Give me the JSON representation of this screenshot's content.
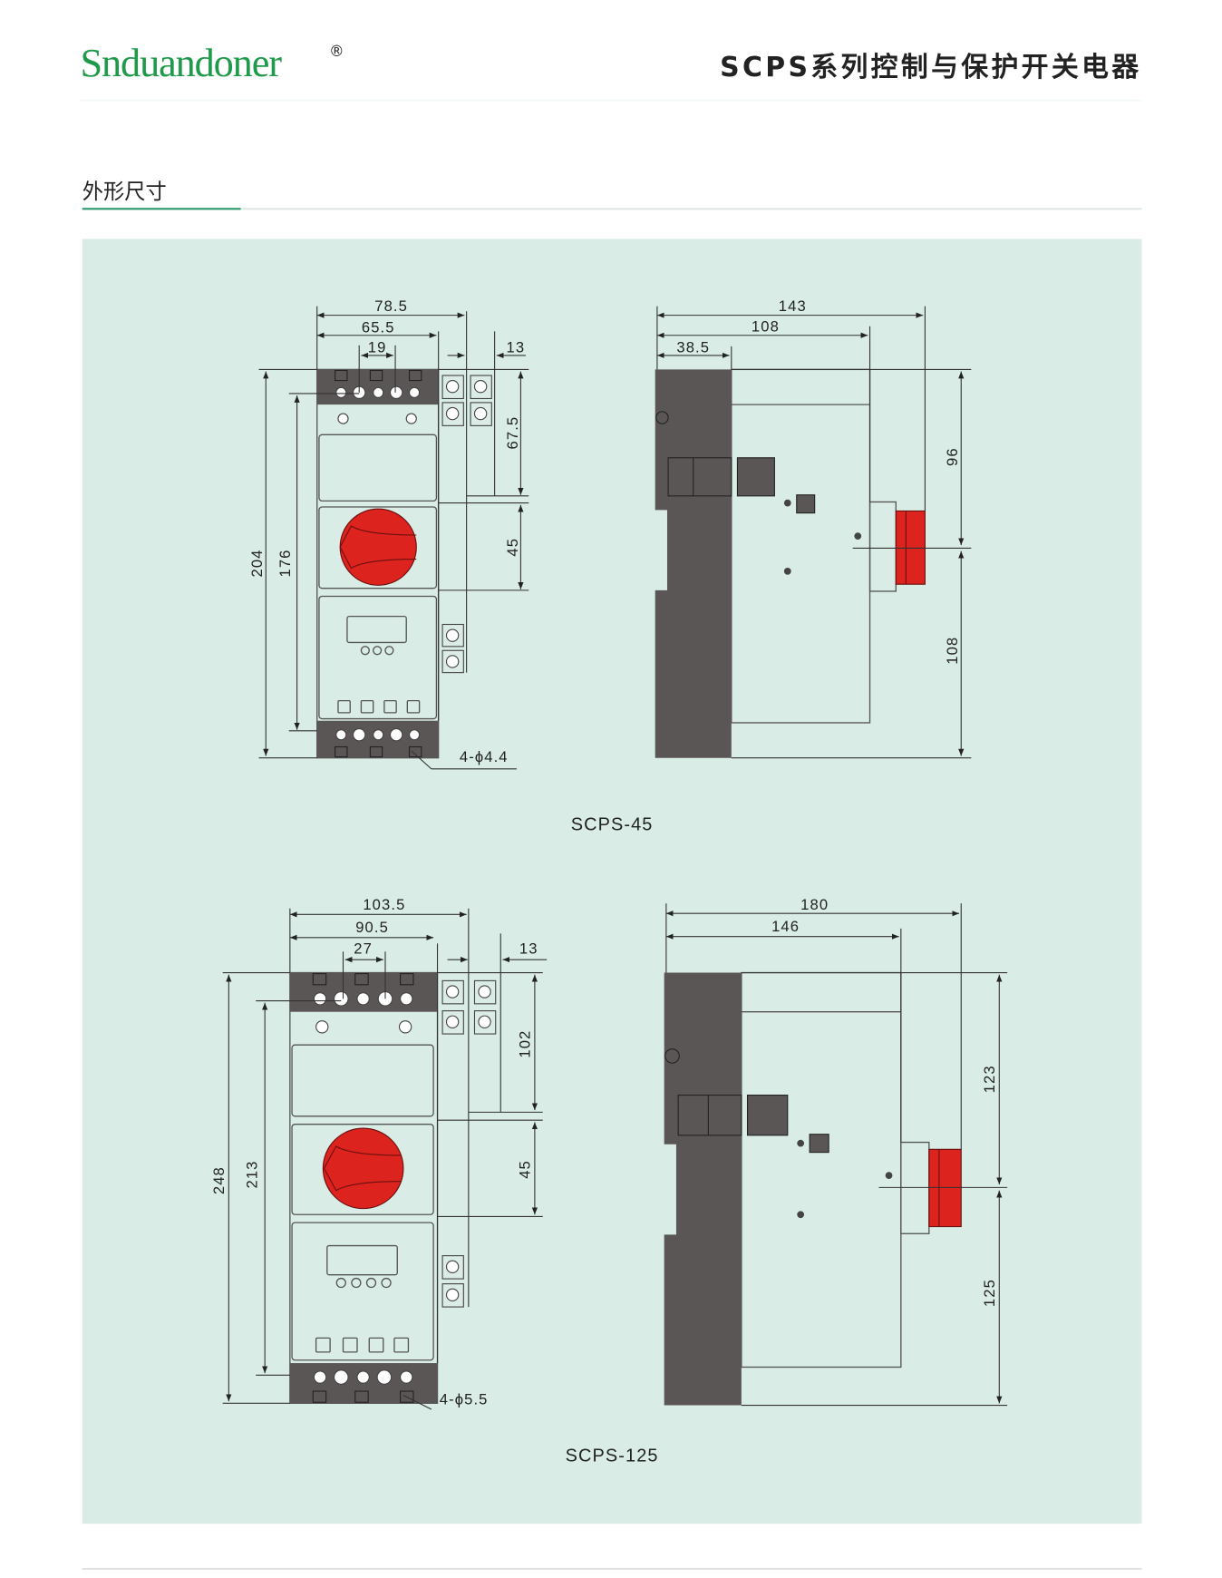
{
  "header": {
    "brand": "Snduandoner",
    "registered_mark": "®",
    "title": "SCPS系列控制与保护开关电器"
  },
  "section": {
    "title": "外形尺寸"
  },
  "colors": {
    "brand_green": "#1e9a4a",
    "panel_bg": "#d9ece6",
    "body_dark": "#5b5656",
    "knob_red": "#dc231e"
  },
  "models": [
    {
      "name": "SCPS-45",
      "front": {
        "width_total": "78.5",
        "width_body": "65.5",
        "hole_spacing": "19",
        "terminal_width": "13",
        "height_total": "204",
        "hole_height": "176",
        "upper_section": "67.5",
        "knob_section": "45",
        "holes": "4-ϕ4.4"
      },
      "side": {
        "depth_total": "143",
        "depth_body": "108",
        "depth_base": "38.5",
        "upper_height": "96",
        "lower_height": "108"
      }
    },
    {
      "name": "SCPS-125",
      "front": {
        "width_total": "103.5",
        "width_body": "90.5",
        "hole_spacing": "27",
        "terminal_width": "13",
        "height_total": "248",
        "hole_height": "213",
        "upper_section": "102",
        "knob_section": "45",
        "holes": "4-ϕ5.5"
      },
      "side": {
        "depth_total": "180",
        "depth_body": "146",
        "upper_height": "123",
        "lower_height": "125"
      }
    }
  ]
}
